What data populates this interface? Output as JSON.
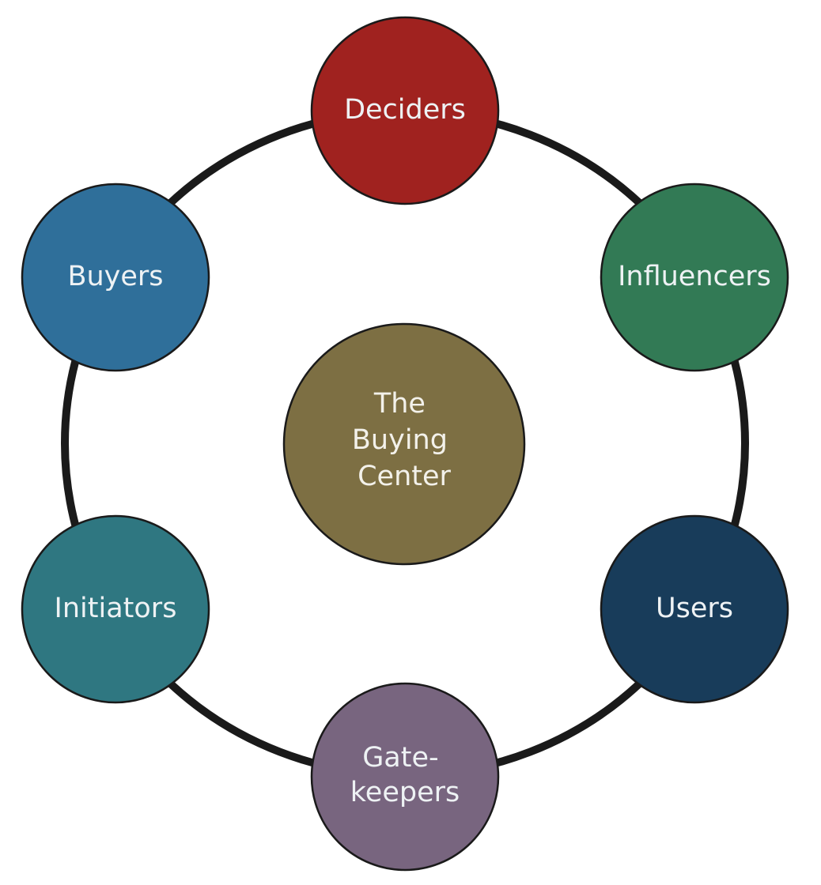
{
  "diagram": {
    "center": {
      "lines": [
        "The",
        "Buying",
        "Center"
      ],
      "color": "#7d6f43"
    },
    "nodes": [
      {
        "id": "deciders",
        "lines": [
          "Deciders"
        ],
        "color": "#a0221f"
      },
      {
        "id": "influencers",
        "lines": [
          "Influencers"
        ],
        "color": "#327a55"
      },
      {
        "id": "users",
        "lines": [
          "Users"
        ],
        "color": "#183c5a"
      },
      {
        "id": "gatekeepers",
        "lines": [
          "Gate-",
          "keepers"
        ],
        "color": "#78657f"
      },
      {
        "id": "initiators",
        "lines": [
          "Initiators"
        ],
        "color": "#2f7781"
      },
      {
        "id": "buyers",
        "lines": [
          "Buyers"
        ],
        "color": "#2f6f9a"
      }
    ],
    "ring_color": "#1a1a1a"
  }
}
